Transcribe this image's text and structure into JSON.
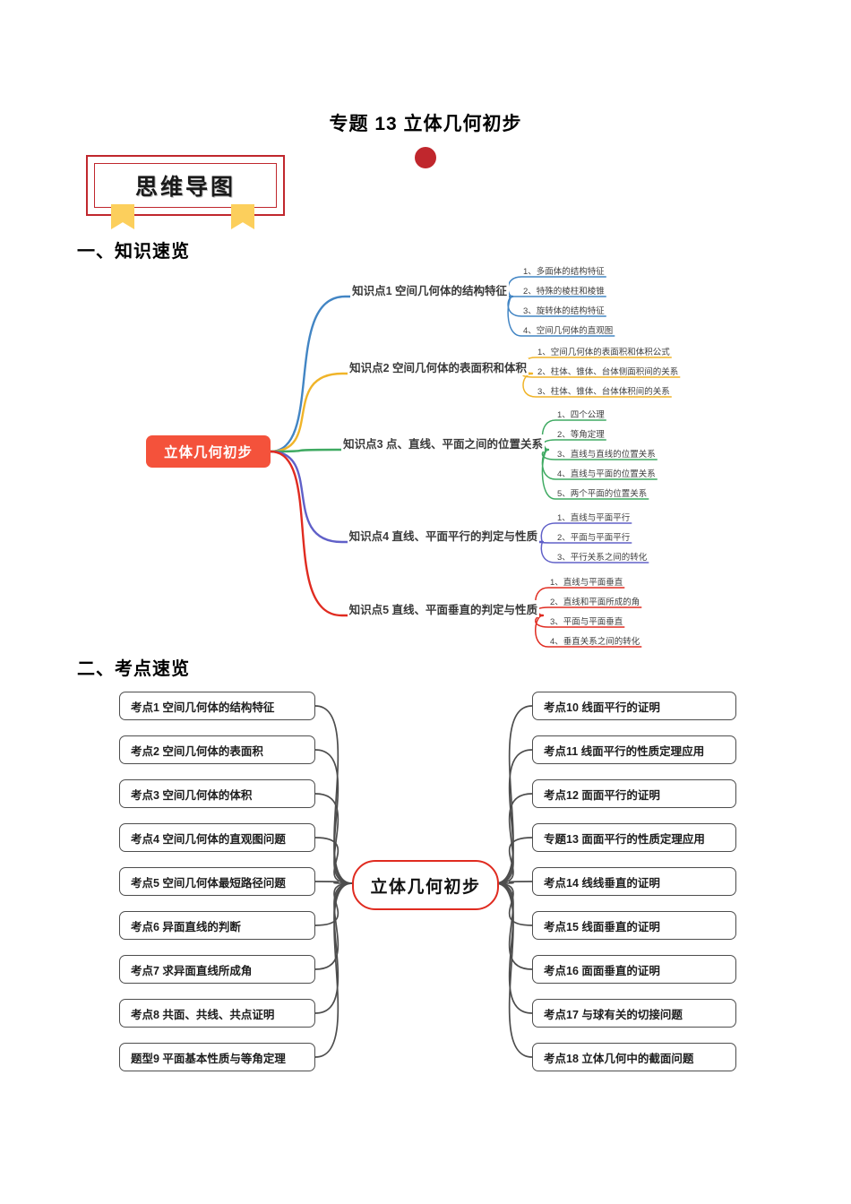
{
  "doc": {
    "title": "专题 13  立体几何初步"
  },
  "badge": {
    "label": "思维导图"
  },
  "sections": {
    "knowledge_heading": "一、知识速览",
    "exam_heading": "二、考点速览"
  },
  "knowledge_map": {
    "center": "立体几何初步",
    "branches": [
      {
        "label": "知识点1  空间几何体的结构特征",
        "color": "#4285c4",
        "leaves": [
          "1、多面体的结构特征",
          "2、特殊的棱柱和棱锥",
          "3、旋转体的结构特征",
          "4、空间几何体的直观图"
        ]
      },
      {
        "label": "知识点2  空间几何体的表面积和体积",
        "color": "#f0b429",
        "leaves": [
          "1、空间几何体的表面积和体积公式",
          "2、柱体、锥体、台体侧面积间的关系",
          "3、柱体、锥体、台体体积间的关系"
        ]
      },
      {
        "label": "知识点3  点、直线、平面之间的位置关系",
        "color": "#3faa62",
        "leaves": [
          "1、四个公理",
          "2、等角定理",
          "3、直线与直线的位置关系",
          "4、直线与平面的位置关系",
          "5、两个平面的位置关系"
        ]
      },
      {
        "label": "知识点4  直线、平面平行的判定与性质",
        "color": "#6060c8",
        "leaves": [
          "1、直线与平面平行",
          "2、平面与平面平行",
          "3、平行关系之间的转化"
        ]
      },
      {
        "label": "知识点5  直线、平面垂直的判定与性质",
        "color": "#e02b20",
        "leaves": [
          "1、直线与平面垂直",
          "2、直线和平面所成的角",
          "3、平面与平面垂直",
          "4、垂直关系之间的转化"
        ]
      }
    ]
  },
  "exam_map": {
    "center": "立体几何初步",
    "left_items": [
      "考点1  空间几何体的结构特征",
      "考点2  空间几何体的表面积",
      "考点3  空间几何体的体积",
      "考点4  空间几何体的直观图问题",
      "考点5  空间几何体最短路径问题",
      "考点6  异面直线的判断",
      "考点7  求异面直线所成角",
      "考点8  共面、共线、共点证明",
      "题型9  平面基本性质与等角定理"
    ],
    "right_items": [
      "考点10  线面平行的证明",
      "考点11  线面平行的性质定理应用",
      "考点12  面面平行的证明",
      "专题13  面面平行的性质定理应用",
      "考点14  线线垂直的证明",
      "考点15  线面垂直的证明",
      "考点16  面面垂直的证明",
      "考点17  与球有关的切接问题",
      "考点18  立体几何中的截面问题"
    ]
  },
  "colors": {
    "accent_red": "#c0272d",
    "center_node": "#f4523b",
    "ribbon": "#fccf5c",
    "box_border": "#4d4d4d"
  }
}
